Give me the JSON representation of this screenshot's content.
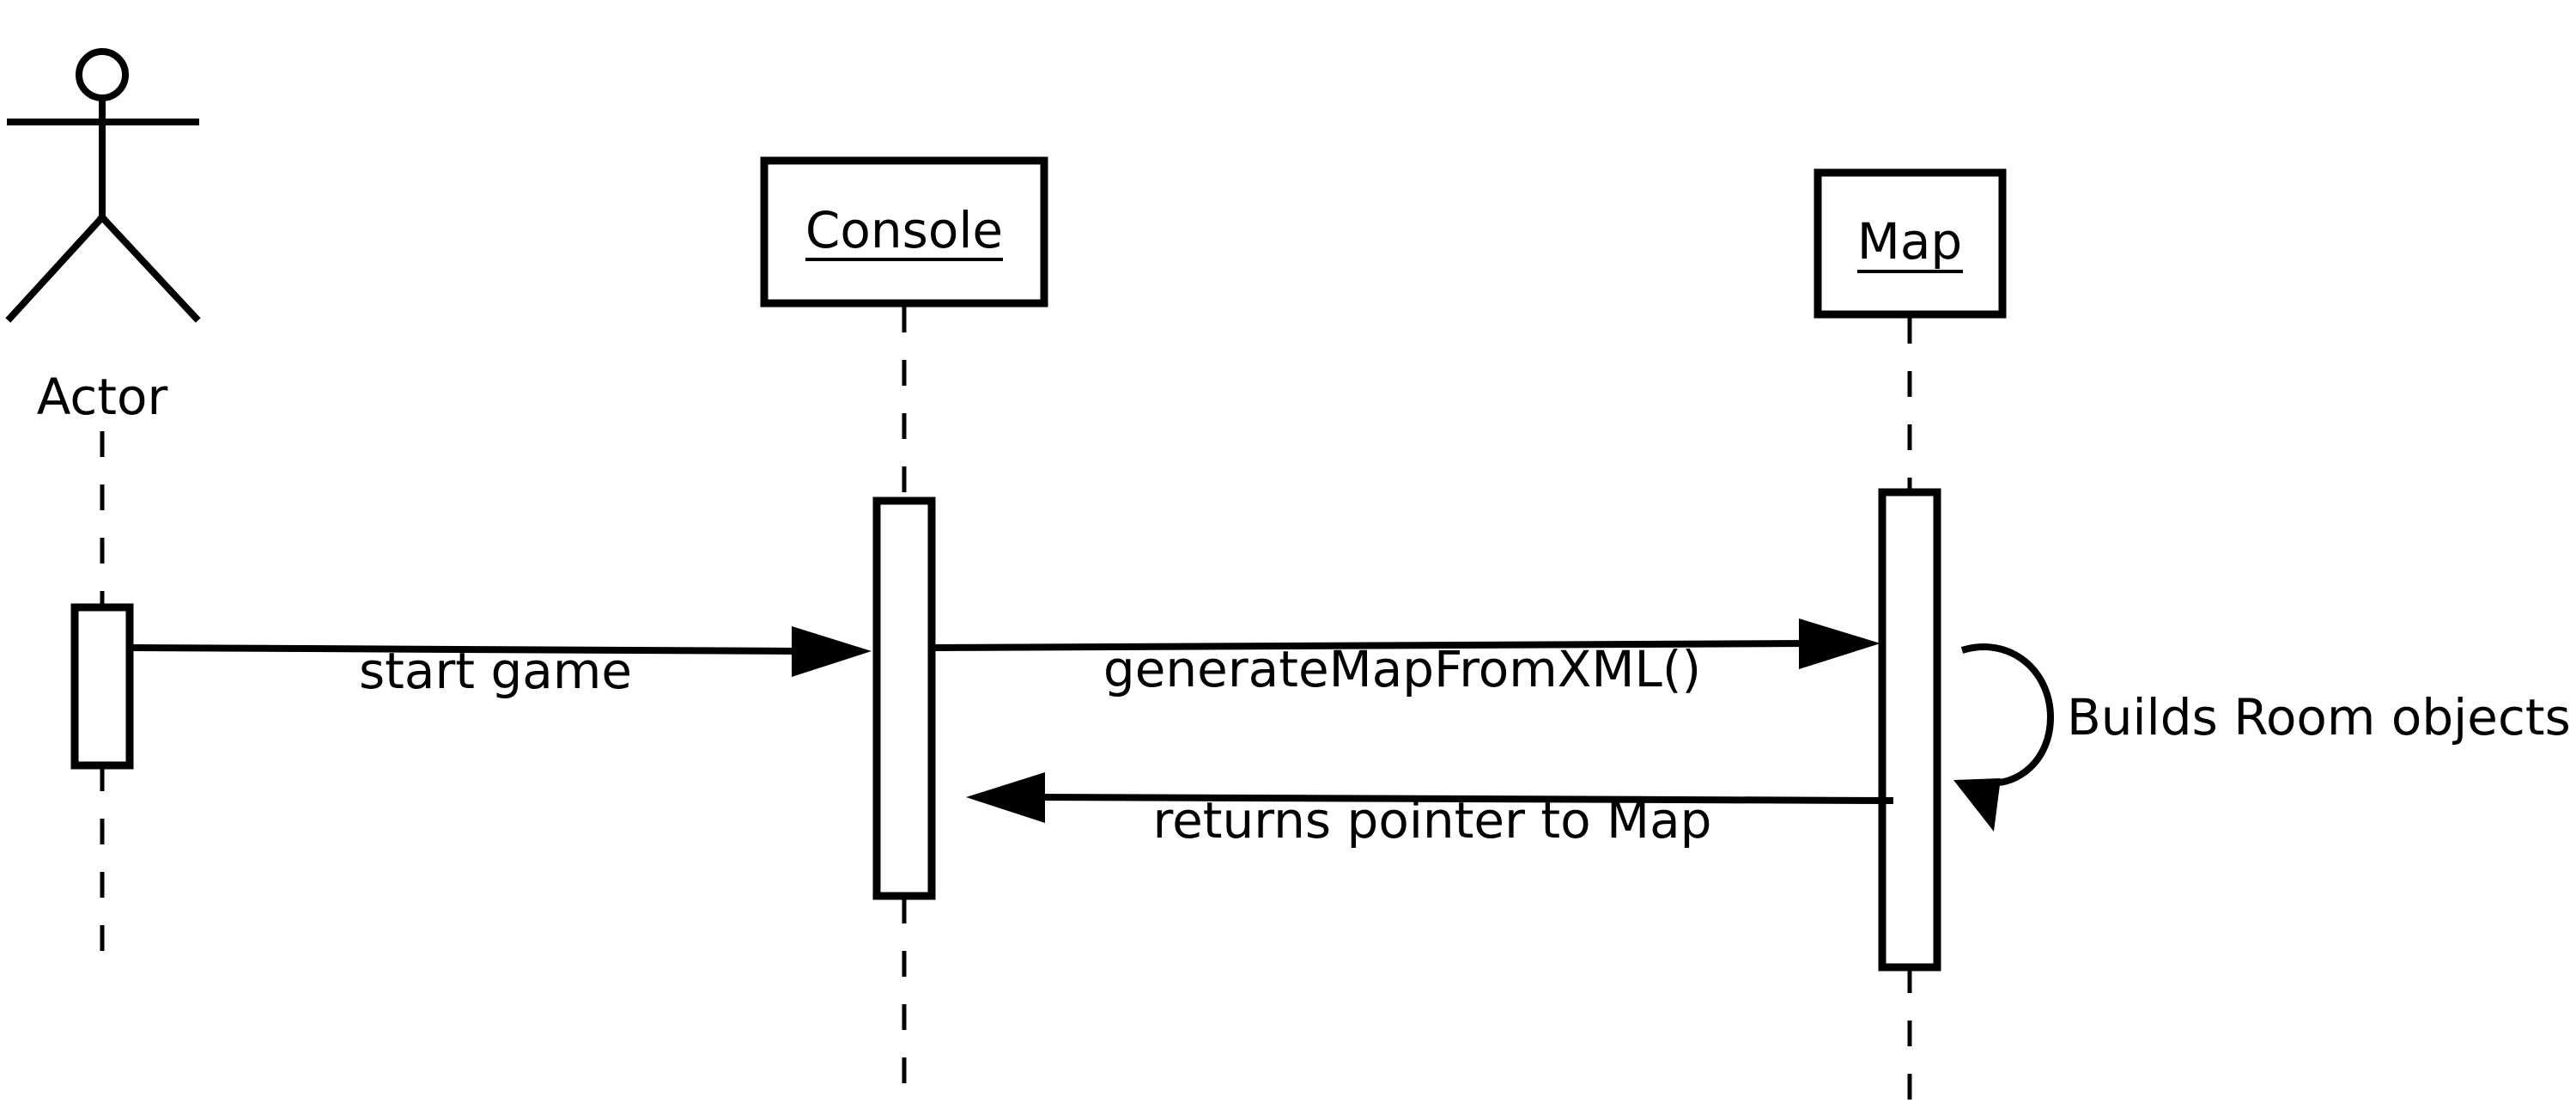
{
  "diagram": {
    "type": "sequence",
    "participants": {
      "actor": {
        "label": "Actor"
      },
      "console": {
        "label": "Console"
      },
      "map": {
        "label": "Map"
      }
    },
    "messages": {
      "start_game": "start game",
      "generate_map": "generateMapFromXML()",
      "self_call": "Builds Room objects",
      "return_map": "returns pointer to Map"
    }
  }
}
